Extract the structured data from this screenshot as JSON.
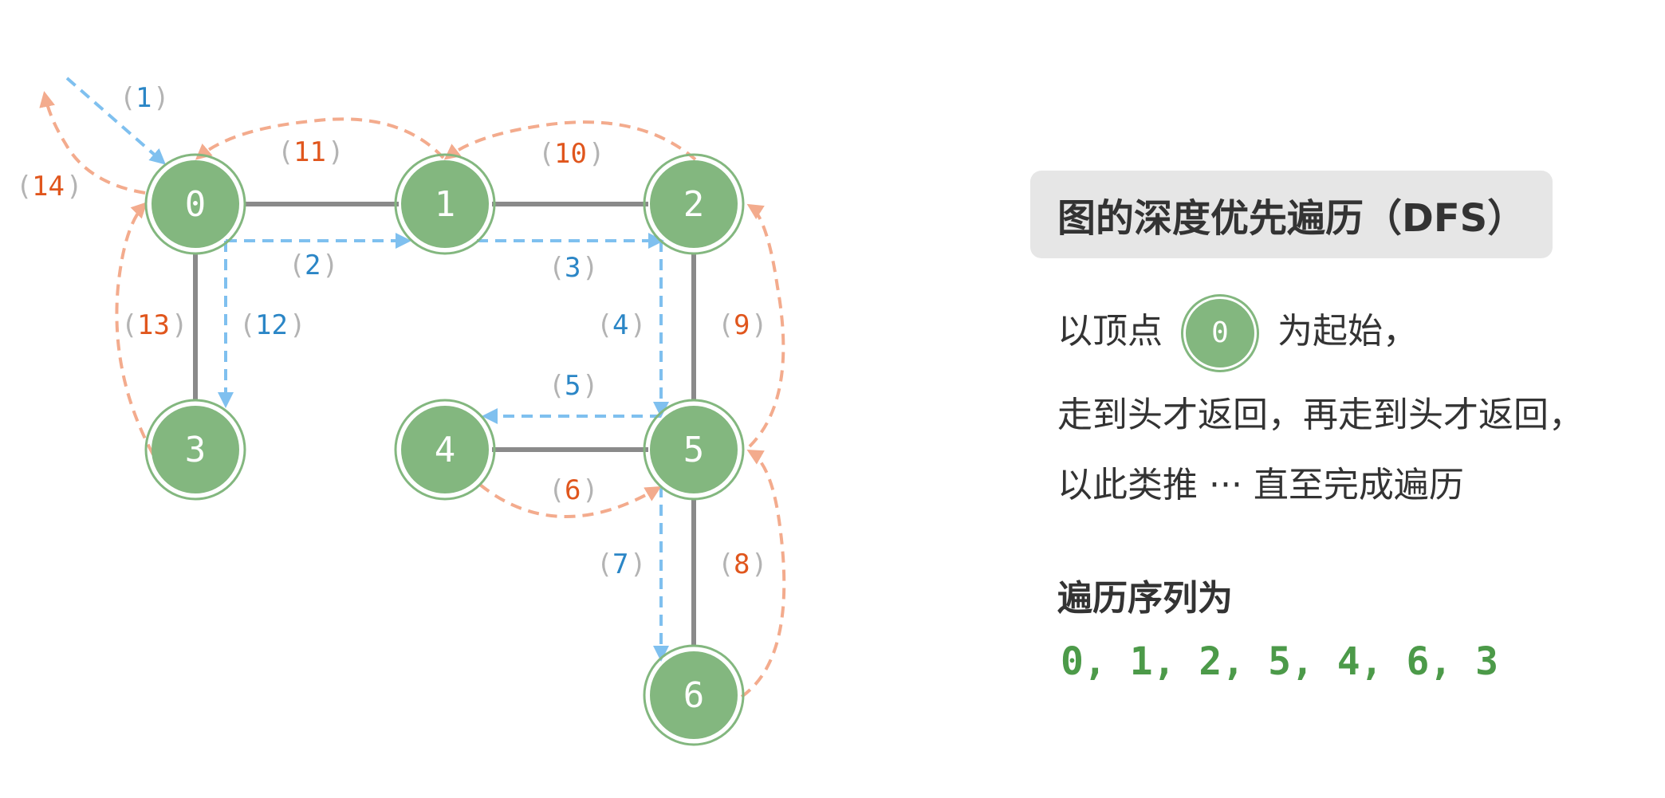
{
  "diagram": {
    "nodes": [
      {
        "id": "0",
        "label": "0"
      },
      {
        "id": "1",
        "label": "1"
      },
      {
        "id": "2",
        "label": "2"
      },
      {
        "id": "3",
        "label": "3"
      },
      {
        "id": "4",
        "label": "4"
      },
      {
        "id": "5",
        "label": "5"
      },
      {
        "id": "6",
        "label": "6"
      }
    ],
    "edges": [
      {
        "from": "0",
        "to": "1"
      },
      {
        "from": "1",
        "to": "2"
      },
      {
        "from": "0",
        "to": "3"
      },
      {
        "from": "2",
        "to": "5"
      },
      {
        "from": "4",
        "to": "5"
      },
      {
        "from": "5",
        "to": "6"
      }
    ],
    "steps": [
      {
        "num": "1",
        "kind": "forward",
        "to": "0"
      },
      {
        "num": "2",
        "kind": "forward",
        "from": "0",
        "to": "1"
      },
      {
        "num": "3",
        "kind": "forward",
        "from": "1",
        "to": "2"
      },
      {
        "num": "4",
        "kind": "forward",
        "from": "2",
        "to": "5"
      },
      {
        "num": "5",
        "kind": "forward",
        "from": "5",
        "to": "4"
      },
      {
        "num": "6",
        "kind": "backtrack",
        "from": "4",
        "to": "5"
      },
      {
        "num": "7",
        "kind": "forward",
        "from": "5",
        "to": "6"
      },
      {
        "num": "8",
        "kind": "backtrack",
        "from": "6",
        "to": "5"
      },
      {
        "num": "9",
        "kind": "backtrack",
        "from": "5",
        "to": "2"
      },
      {
        "num": "10",
        "kind": "backtrack",
        "from": "2",
        "to": "1"
      },
      {
        "num": "11",
        "kind": "backtrack",
        "from": "1",
        "to": "0"
      },
      {
        "num": "12",
        "kind": "forward",
        "from": "0",
        "to": "3"
      },
      {
        "num": "13",
        "kind": "backtrack",
        "from": "3",
        "to": "0"
      },
      {
        "num": "14",
        "kind": "backtrack",
        "from": "0"
      }
    ],
    "paren_open": "(",
    "paren_close": ")"
  },
  "panel": {
    "title": "图的深度优先遍历（DFS）",
    "line1_before": "以顶点",
    "start_node": "0",
    "line1_after": "为起始，",
    "line2": "走到头才返回，再走到头才返回，",
    "line3": "以此类推 ··· 直至完成遍历",
    "sequence_title": "遍历序列为",
    "sequence": "0, 1, 2, 5, 4, 6, 3"
  },
  "colors": {
    "node": "#83b77f",
    "edge": "#8a8a8a",
    "forward": "#7fc0ef",
    "backtrack": "#f3ab8d",
    "forward_number": "#2b86c6",
    "backtrack_number": "#e0561d",
    "sequence": "#4c9a49"
  }
}
